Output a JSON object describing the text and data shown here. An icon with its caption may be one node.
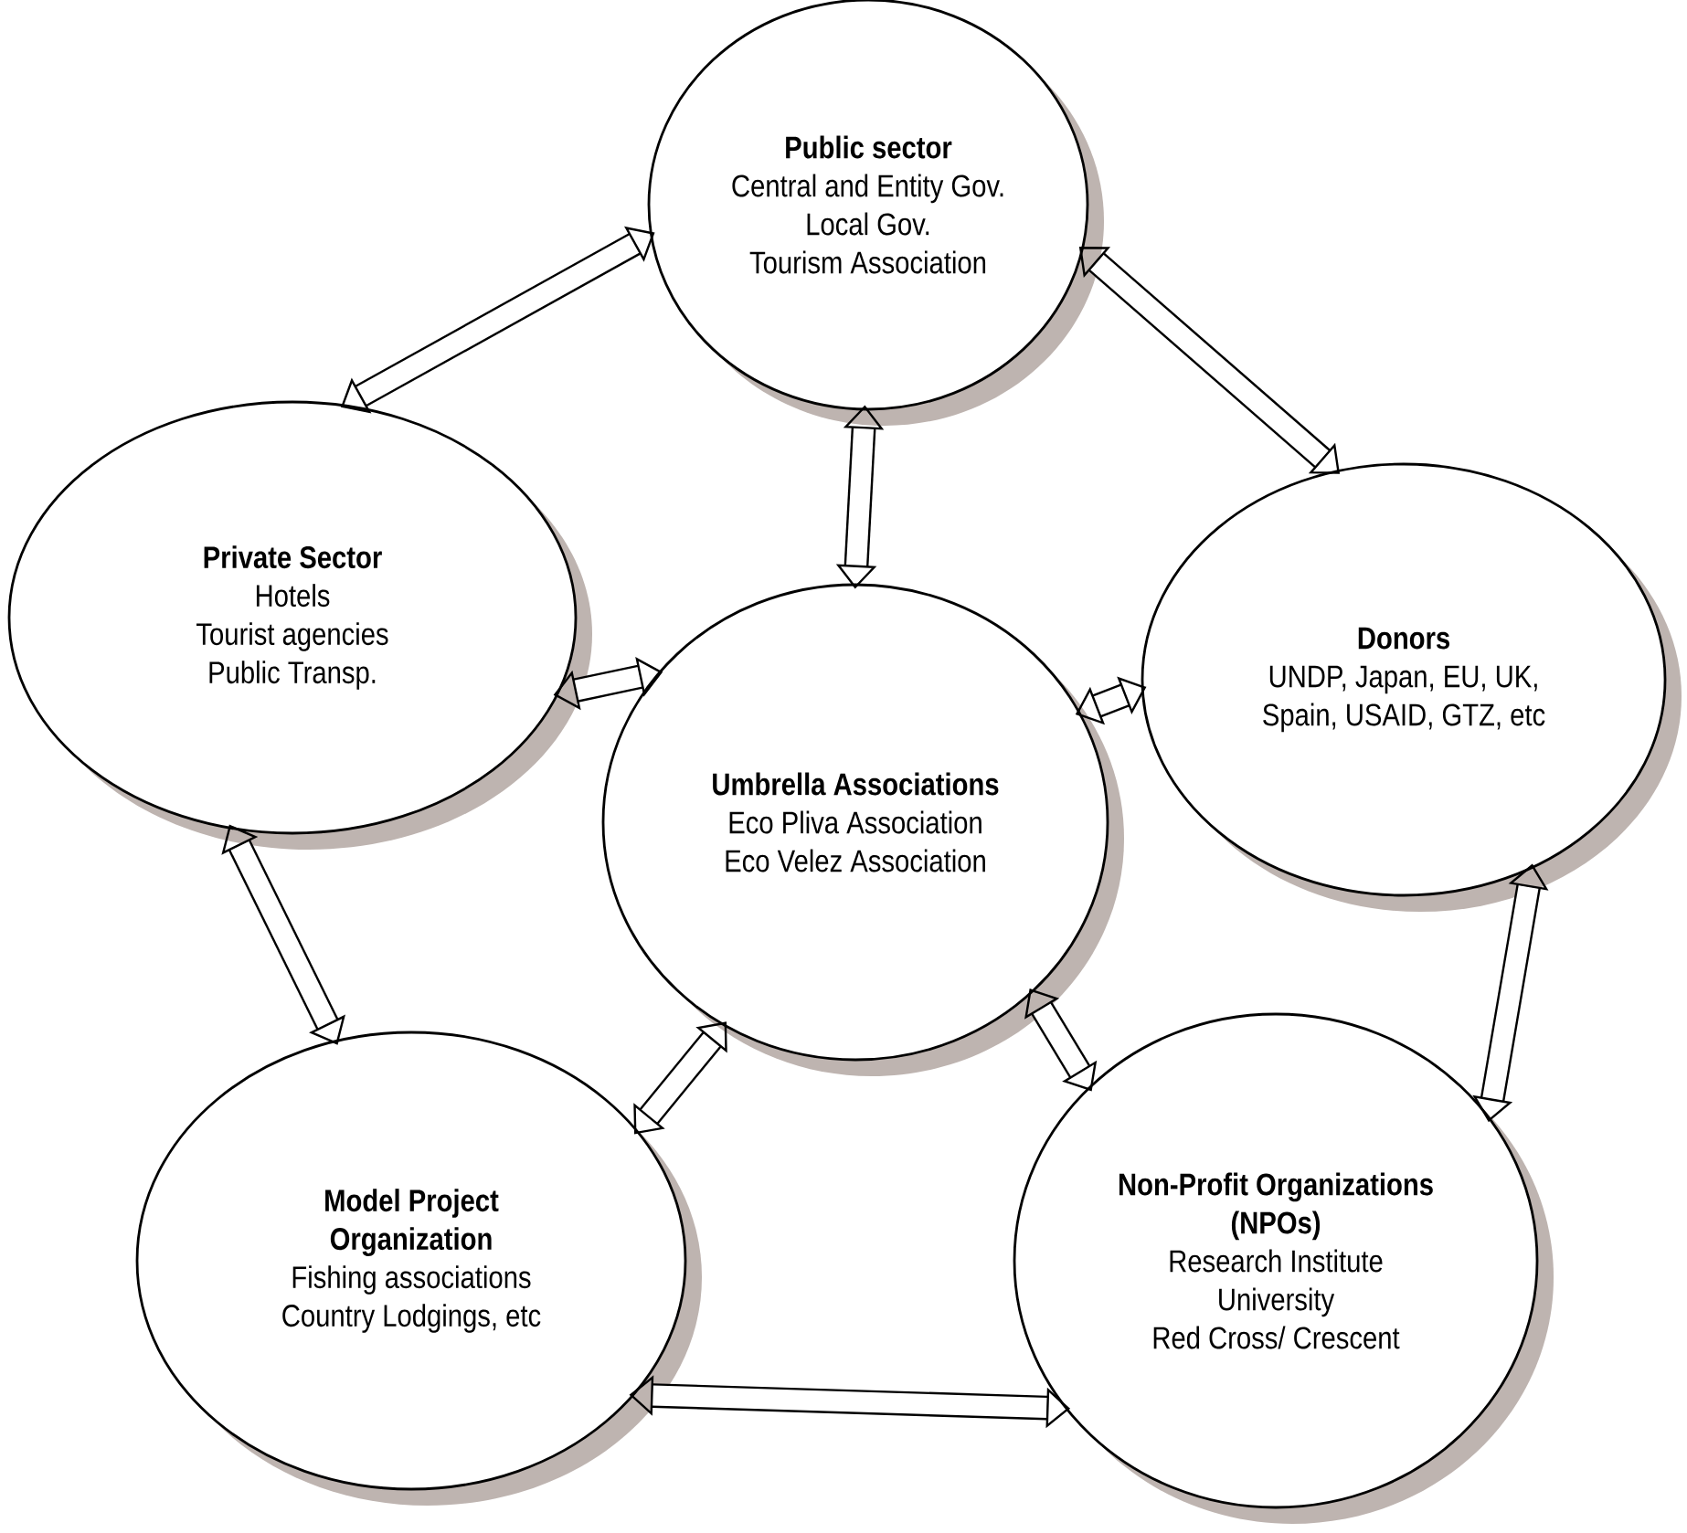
{
  "diagram": {
    "nodes": [
      {
        "text": [
          "Public sector",
          "Central and Entity Gov.",
          "Local Gov.",
          "Tourism Association"
        ]
      },
      {
        "text": [
          "Private Sector",
          "Hotels",
          "Tourist agencies",
          "Public Transp."
        ]
      },
      {
        "text": [
          "Umbrella Associations",
          "Eco Pliva Association",
          "Eco Velez Association"
        ]
      },
      {
        "text": [
          "Donors",
          "UNDP, Japan, EU, UK, Spain, USAID, GTZ, etc"
        ]
      },
      {
        "text": [
          "Model Project Organization",
          "Fishing associations",
          "Country Lodgings, etc"
        ]
      },
      {
        "text": [
          "Non-Profit Organizations (NPOs)",
          "Research Institute",
          "University",
          "Red Cross/ Crescent"
        ]
      }
    ],
    "edges": [
      {
        "from": 1,
        "to": 0,
        "arrow": "both"
      },
      {
        "from": 0,
        "to": 3,
        "arrow": "both"
      },
      {
        "from": 2,
        "to": 0,
        "arrow": "both"
      },
      {
        "from": 1,
        "to": 2,
        "arrow": "both"
      },
      {
        "from": 2,
        "to": 3,
        "arrow": "both"
      },
      {
        "from": 1,
        "to": 4,
        "arrow": "both"
      },
      {
        "from": 4,
        "to": 2,
        "arrow": "both"
      },
      {
        "from": 2,
        "to": 5,
        "arrow": "both"
      },
      {
        "from": 3,
        "to": 5,
        "arrow": "both"
      },
      {
        "from": 4,
        "to": 5,
        "arrow": "both"
      }
    ]
  }
}
